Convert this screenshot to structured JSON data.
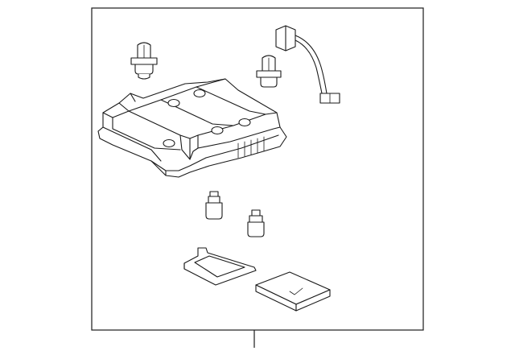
{
  "diagram": {
    "type": "exploded-parts-diagram",
    "labels": [],
    "colors": {
      "line": "#1a1a1a",
      "background": "#ffffff"
    },
    "parts": [
      "console-housing",
      "bulb-socket-top-left",
      "bulb-socket-top-right",
      "wiring-harness",
      "bulb-left",
      "bulb-right",
      "lens-frame",
      "lens-cover"
    ]
  }
}
